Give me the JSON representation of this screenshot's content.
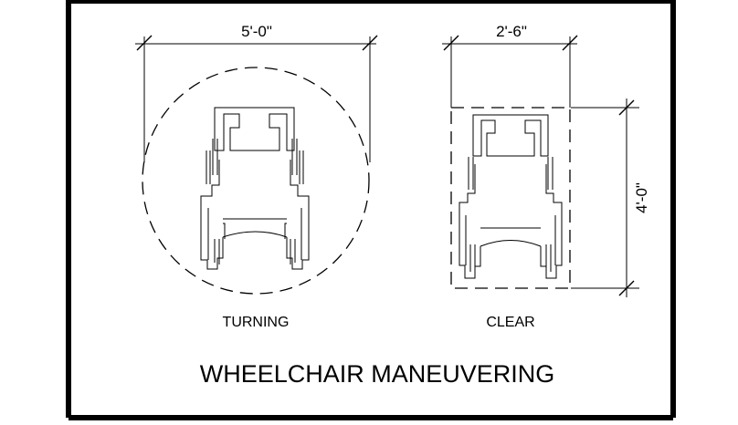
{
  "diagram": {
    "title": "WHEELCHAIR MANEUVERING",
    "turning": {
      "label": "TURNING",
      "dimension": "5'-0\""
    },
    "clear": {
      "label": "CLEAR",
      "width_dimension": "2'-6\"",
      "depth_dimension": "4'-0\""
    }
  }
}
